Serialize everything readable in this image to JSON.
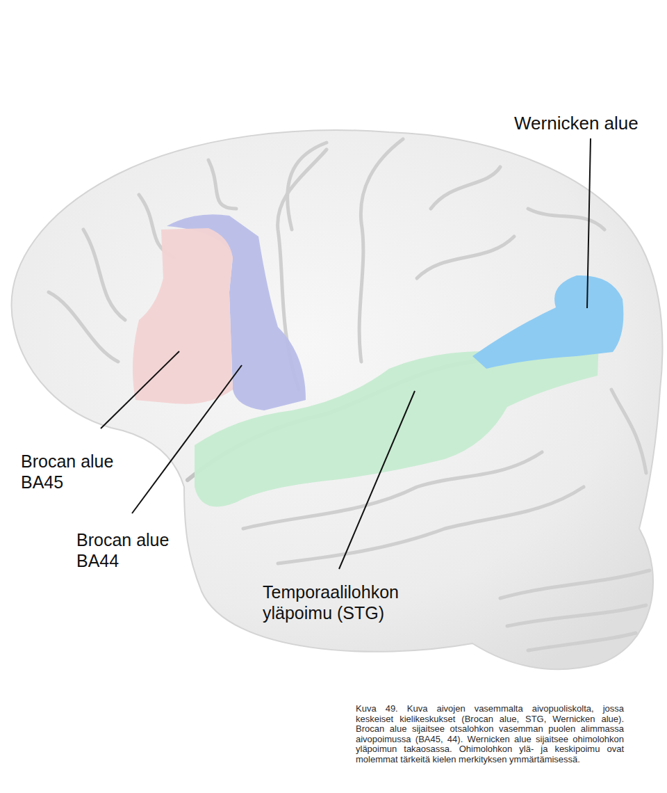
{
  "diagram": {
    "caption": "Kuva 49. Kuva aivojen vasemmalta aivopuoliskolta, jossa keskeiset kielikeskukset (Brocan alue, STG, Wernicken alue). Brocan alue sijaitsee otsalohkon vasemman puolen alimmassa aivopoimussa (BA45, 44). Wernicken alue sijaitsee ohimolohkon yläpoimun takaosassa. Ohimolohkon ylä- ja keskipoimu ovat molemmat tärkeitä kielen merkityksen ymmärtämisessä.",
    "labels": [
      "Wernicken alue",
      "Brocan alue BA45",
      "Brocan alue BA44",
      "Temporaalilohkon yläpoimu (STG)"
    ]
  }
}
